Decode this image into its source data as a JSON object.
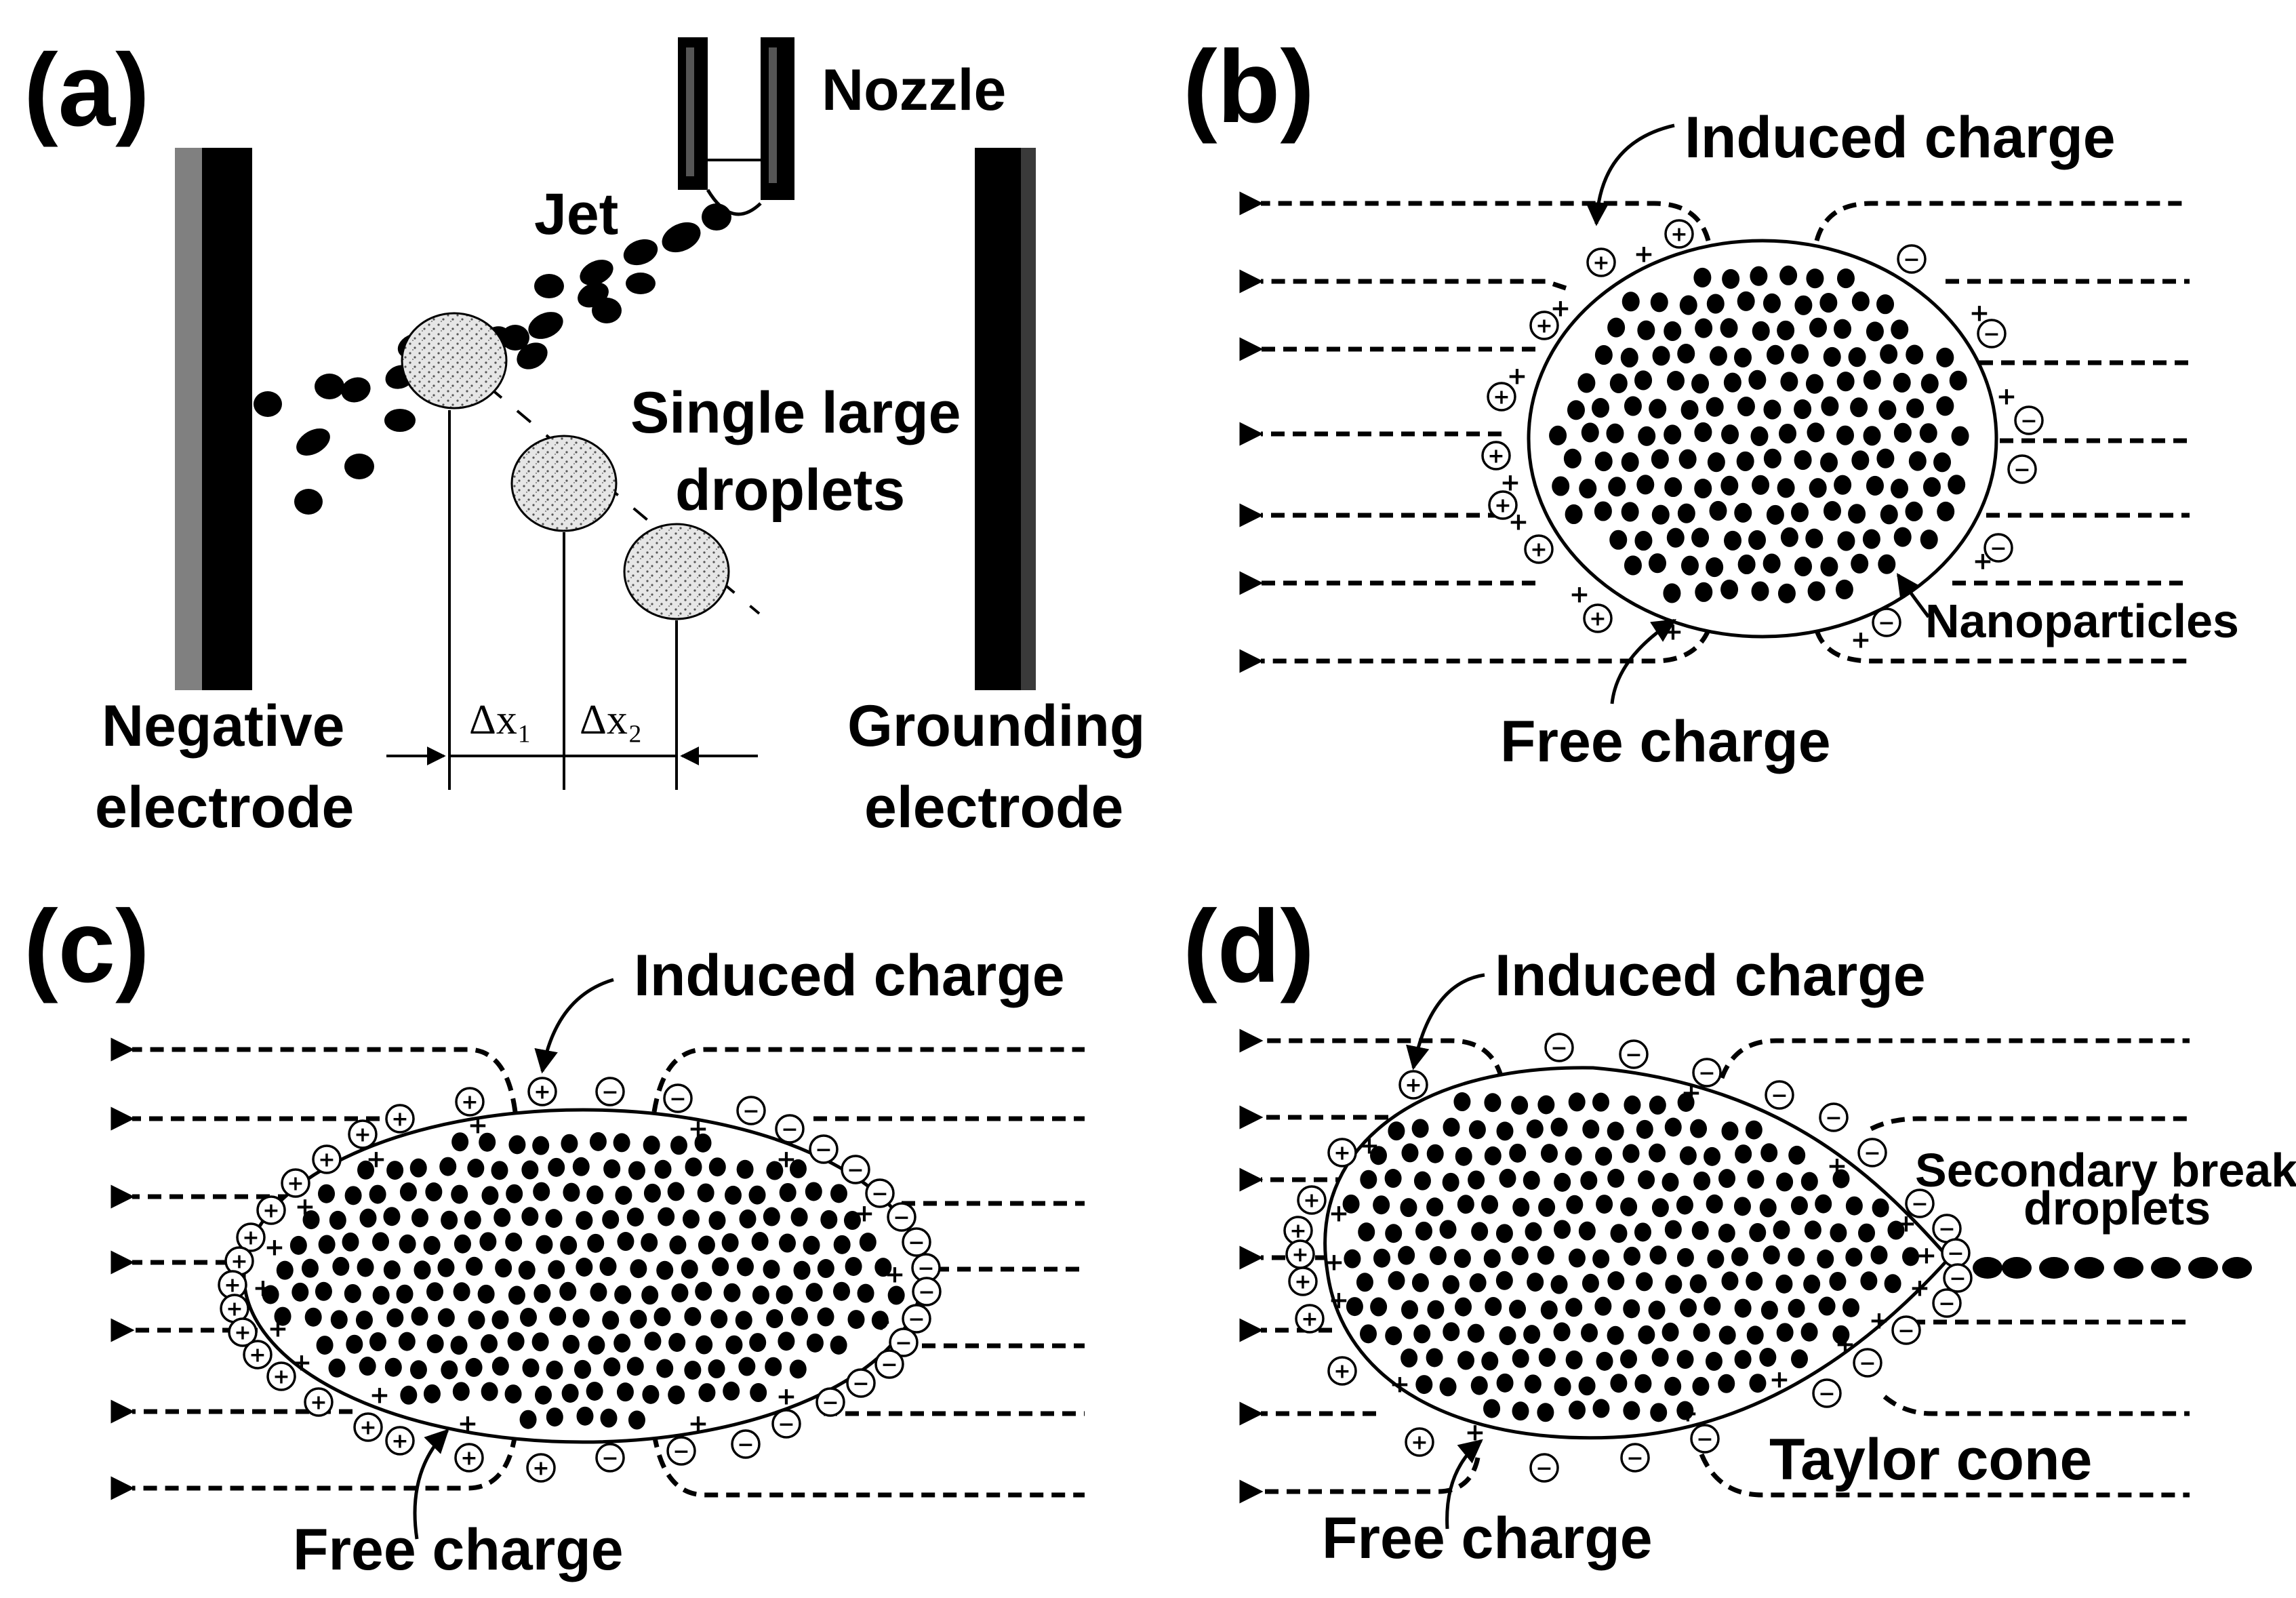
{
  "panels": {
    "a": {
      "label": "(a)",
      "nozzle": "Nozzle",
      "jet": "Jet",
      "droplets_line1": "Single large",
      "droplets_line2": "droplets",
      "neg_line1": "Negative",
      "neg_line2": "electrode",
      "gnd_line1": "Grounding",
      "gnd_line2": "electrode",
      "dx1": "Δx₁",
      "dx2": "Δx₂"
    },
    "b": {
      "label": "(b)",
      "induced": "Induced charge",
      "nano": "Nanoparticles",
      "free": "Free charge"
    },
    "c": {
      "label": "(c)",
      "induced": "Induced charge",
      "free": "Free charge"
    },
    "d": {
      "label": "(d)",
      "induced": "Induced charge",
      "secondary_line1": "Secondary breakup",
      "secondary_line2": "droplets",
      "taylor": "Taylor cone",
      "free": "Free charge"
    }
  },
  "symbols": {
    "plus": "+",
    "minus": "−"
  },
  "colors": {
    "ink": "#000000",
    "electrode_shade": "#808080",
    "droplet_fill": "#e4e4e4",
    "background": "#ffffff"
  }
}
